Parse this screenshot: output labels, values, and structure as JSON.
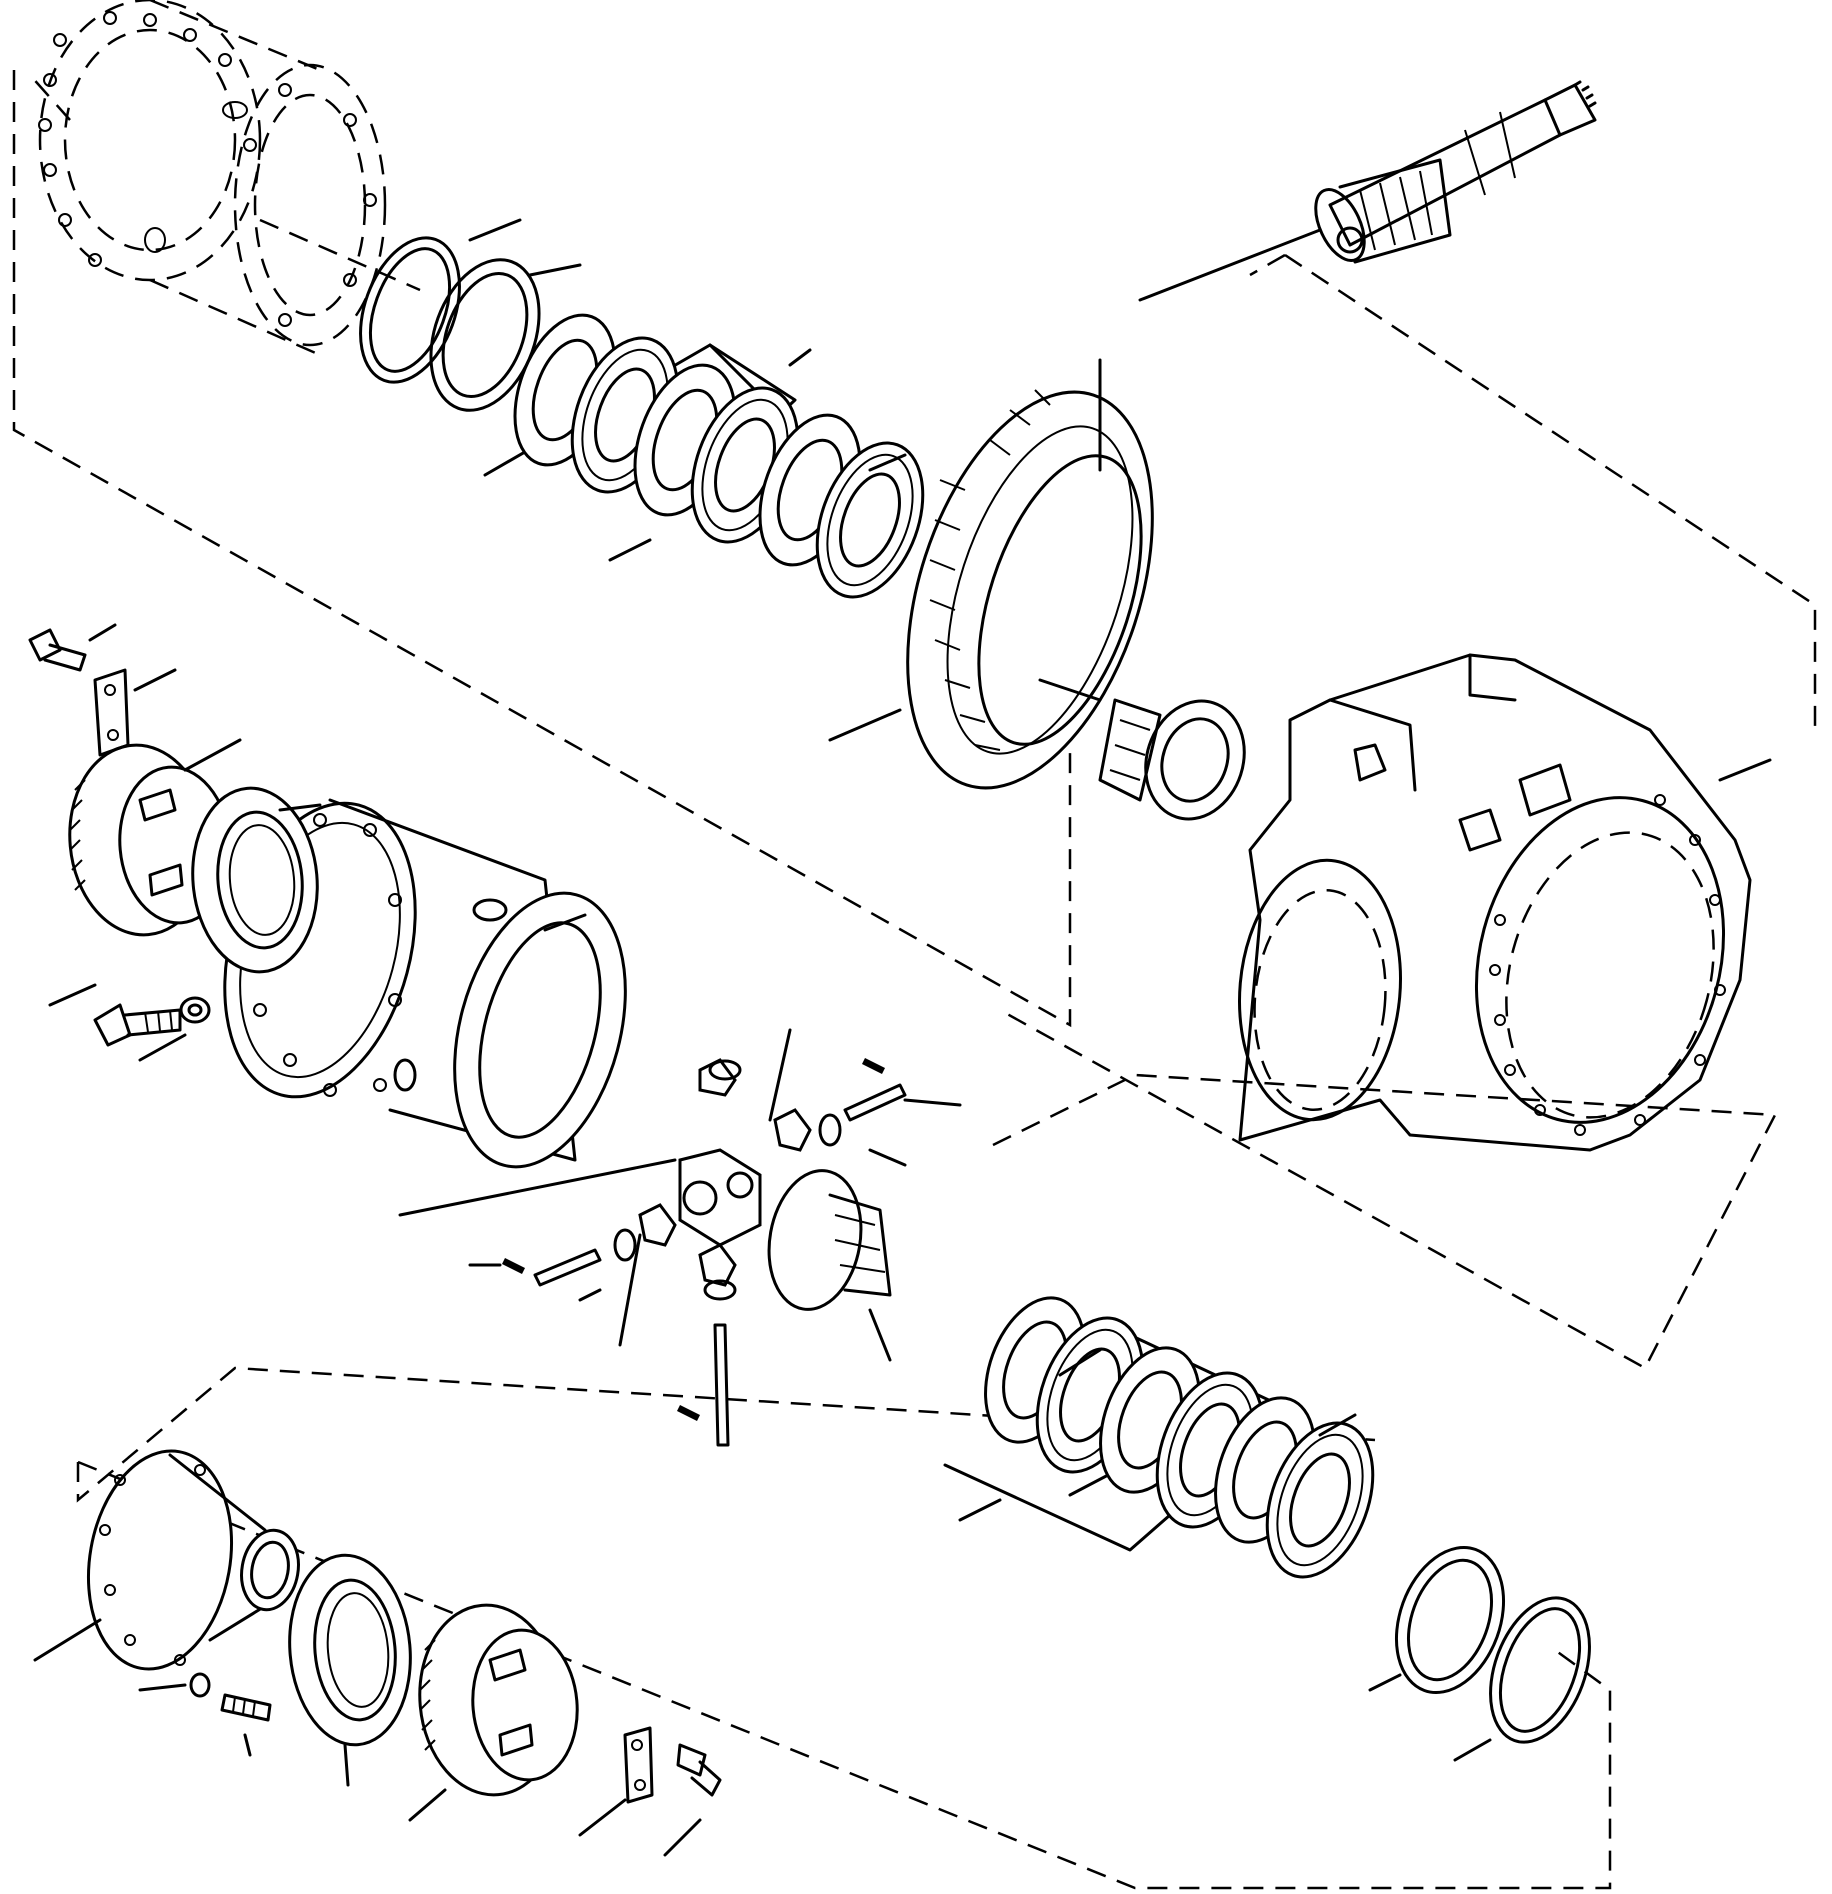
{
  "diagram": {
    "type": "exploded-parts-view",
    "colors": {
      "line": "#000000",
      "background": "#ffffff"
    },
    "parts": [
      "upper-housing-flange",
      "pinion-shaft",
      "upper-shims",
      "upper-clutch-plate-pack",
      "ring-gear",
      "side-gear-upper",
      "axle-housing",
      "differential-case",
      "adjusting-ring-left",
      "bearing-left",
      "lock-plate-left",
      "lock-bolt-left",
      "case-bolt",
      "case-washer",
      "spider-cross",
      "spider-pinion",
      "thrust-washer",
      "cross-pin",
      "roll-pin",
      "side-gear-lower",
      "lower-clutch-plate-pack",
      "lower-shims",
      "case-cover",
      "cover-bolt",
      "bearing-right",
      "adjusting-ring-right",
      "lock-plate-right",
      "lock-bolt-right"
    ]
  }
}
